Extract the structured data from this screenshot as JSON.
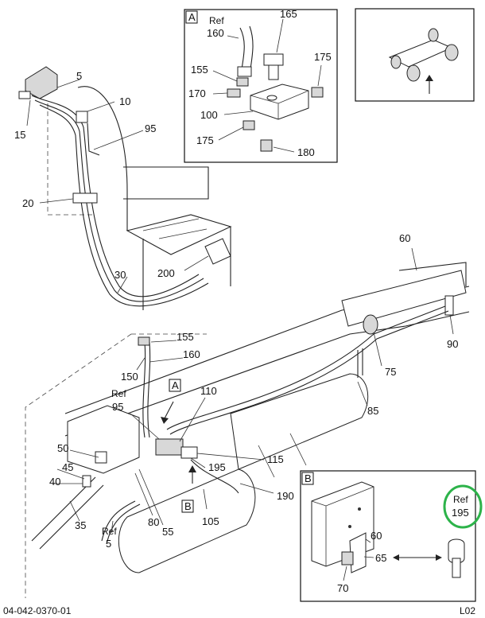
{
  "diagram": {
    "callouts": {
      "c5": "5",
      "c10": "10",
      "c15": "15",
      "c95": "95",
      "c20": "20",
      "c30": "30",
      "c200": "200",
      "c165": "165",
      "c160ref": "Ref",
      "c160": "160",
      "c155a": "155",
      "c175a": "175",
      "c170": "170",
      "c100": "100",
      "c175b": "175",
      "c180": "180",
      "c60a": "60",
      "c90": "90",
      "c75": "75",
      "c85": "85",
      "c155b": "155",
      "c160b": "160",
      "c150": "150",
      "c95ref": "Ref",
      "c95b": "95",
      "c110": "110",
      "c50": "50",
      "c45": "45",
      "c40": "40",
      "c35": "35",
      "c80": "80",
      "c55": "55",
      "c5ref": "Ref",
      "c5b": "5",
      "c195": "195",
      "c115": "115",
      "c105": "105",
      "c190": "190",
      "c195ref": "Ref",
      "c195hl": "195",
      "c60b": "60",
      "c65": "65",
      "c70": "70"
    },
    "detail_labels": {
      "a_box": "A",
      "a_main": "A",
      "b_box": "B",
      "b_main": "B"
    },
    "highlight_color": "#2db34a"
  },
  "footer": {
    "doc_id": "04-042-0370-01",
    "page_code": "L02"
  }
}
